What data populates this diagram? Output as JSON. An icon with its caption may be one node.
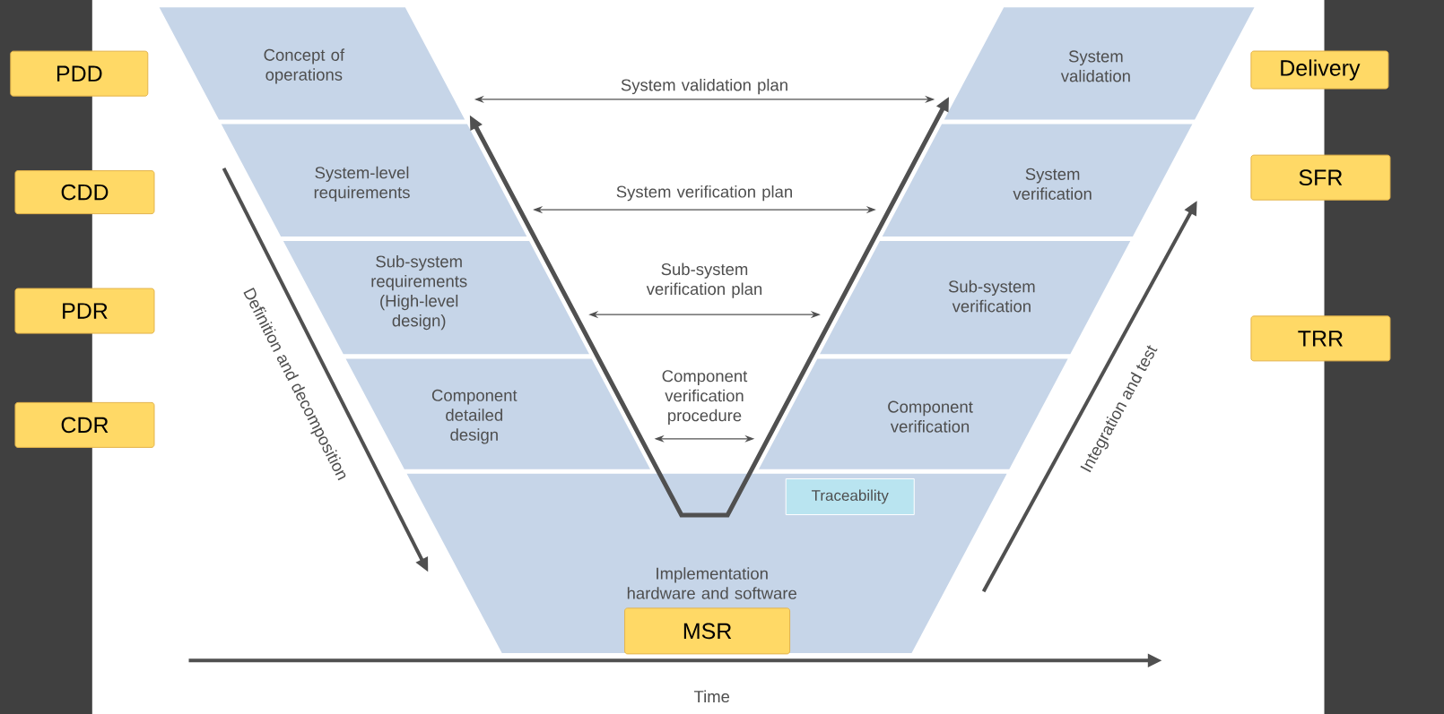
{
  "diagram": {
    "nodes": [
      {
        "text": [
          "Concept of operations"
        ]
      },
      {
        "text": [
          "System-level requirements"
        ]
      },
      {
        "text": [
          "Sub-system requirements (High-level design)"
        ]
      },
      {
        "text": [
          "Component detailed design"
        ]
      },
      {
        "text": [
          "Implementation hardware and software"
        ]
      },
      {
        "text": [
          "System validation"
        ]
      },
      {
        "text": [
          "System verification"
        ]
      },
      {
        "text": [
          "Sub-system verification"
        ]
      },
      {
        "text": [
          "Component verification"
        ]
      },
      {
        "text": [
          "Traceability"
        ],
        "in": 4
      },
      {
        "text": [
          "PDD"
        ]
      },
      {
        "text": [
          "CDD"
        ]
      },
      {
        "text": [
          "PDR"
        ]
      },
      {
        "text": [
          "CDR"
        ]
      },
      {
        "text": [
          "Delivery"
        ]
      },
      {
        "text": [
          "SFR"
        ]
      },
      {
        "text": [
          "TRR"
        ]
      },
      {
        "text": [
          "MSR"
        ],
        "in": 4
      }
    ],
    "edges": [
      {
        "from": 0,
        "to": 5,
        "arrow": "both",
        "label": "System validation plan"
      },
      {
        "from": 1,
        "to": 6,
        "arrow": "both",
        "label": "System verification plan"
      },
      {
        "from": 2,
        "to": 7,
        "arrow": "both",
        "label": "Sub-system verification plan"
      },
      {
        "from": 3,
        "to": 8,
        "arrow": "both",
        "label": "Component verification procedure"
      },
      {
        "from": 0,
        "to": 5,
        "arrow": "both",
        "style": "thick"
      }
    ],
    "labels": [
      "Definition and decomposition",
      "Integration and test",
      "Time"
    ]
  }
}
